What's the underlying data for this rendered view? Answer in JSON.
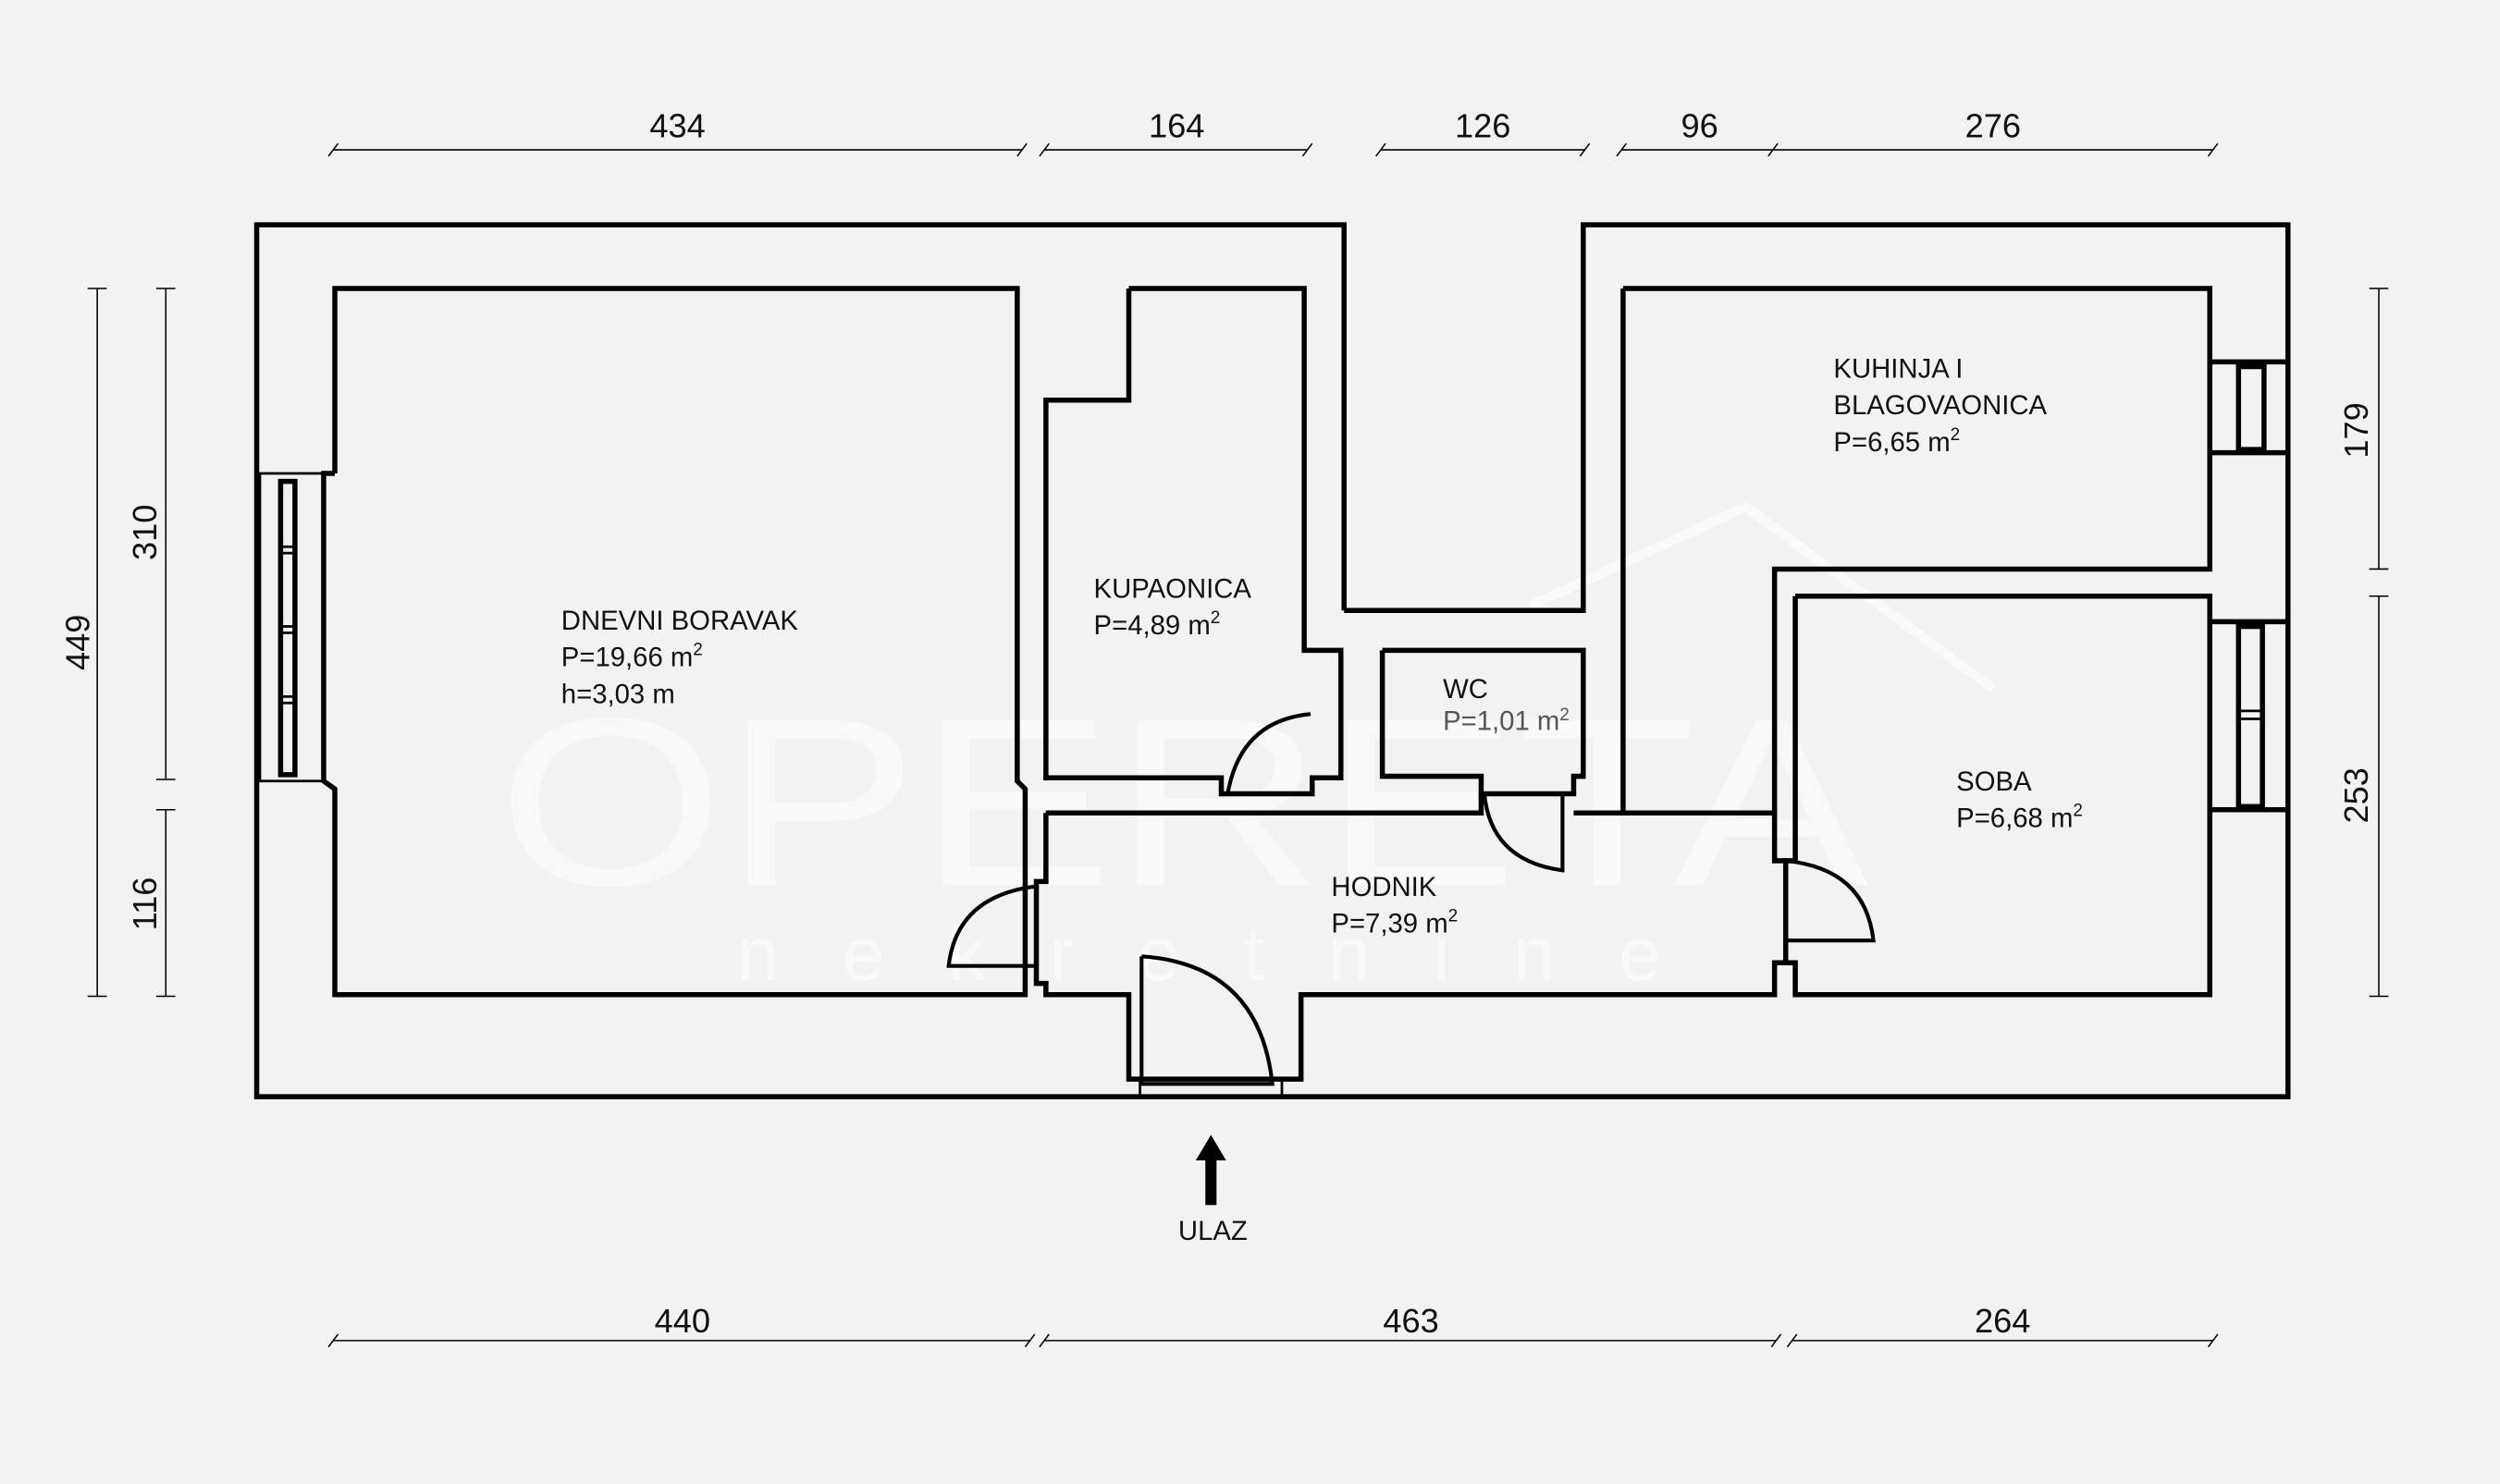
{
  "plan": {
    "rooms": [
      {
        "name": "DNEVNI BORAVAK",
        "area": "P=19,66 m",
        "sup": "2",
        "height": "h=3,03 m"
      },
      {
        "name": "KUPAONICA",
        "area": "P=4,89 m",
        "sup": "2"
      },
      {
        "name": "WC",
        "area": "P=1,01 m",
        "sup": "2"
      },
      {
        "name_line1": "KUHINJA I",
        "name_line2": "BLAGOVAONICA",
        "area": "P=6,65 m",
        "sup": "2"
      },
      {
        "name": "SOBA",
        "area": "P=6,68 m",
        "sup": "2"
      },
      {
        "name": "HODNIK",
        "area": "P=7,39 m",
        "sup": "2"
      }
    ],
    "entrance": {
      "label": "ULAZ",
      "icon": "arrow-up-icon"
    },
    "dimensions": {
      "top": [
        "434",
        "164",
        "126",
        "96",
        "276"
      ],
      "bottom": [
        "440",
        "463",
        "264"
      ],
      "left_outer": "449",
      "left_inner": [
        "310",
        "116"
      ],
      "right": [
        "179",
        "253"
      ]
    },
    "watermark": {
      "brand": "OPERETA",
      "sub": "n e k r e t n i n e"
    }
  }
}
